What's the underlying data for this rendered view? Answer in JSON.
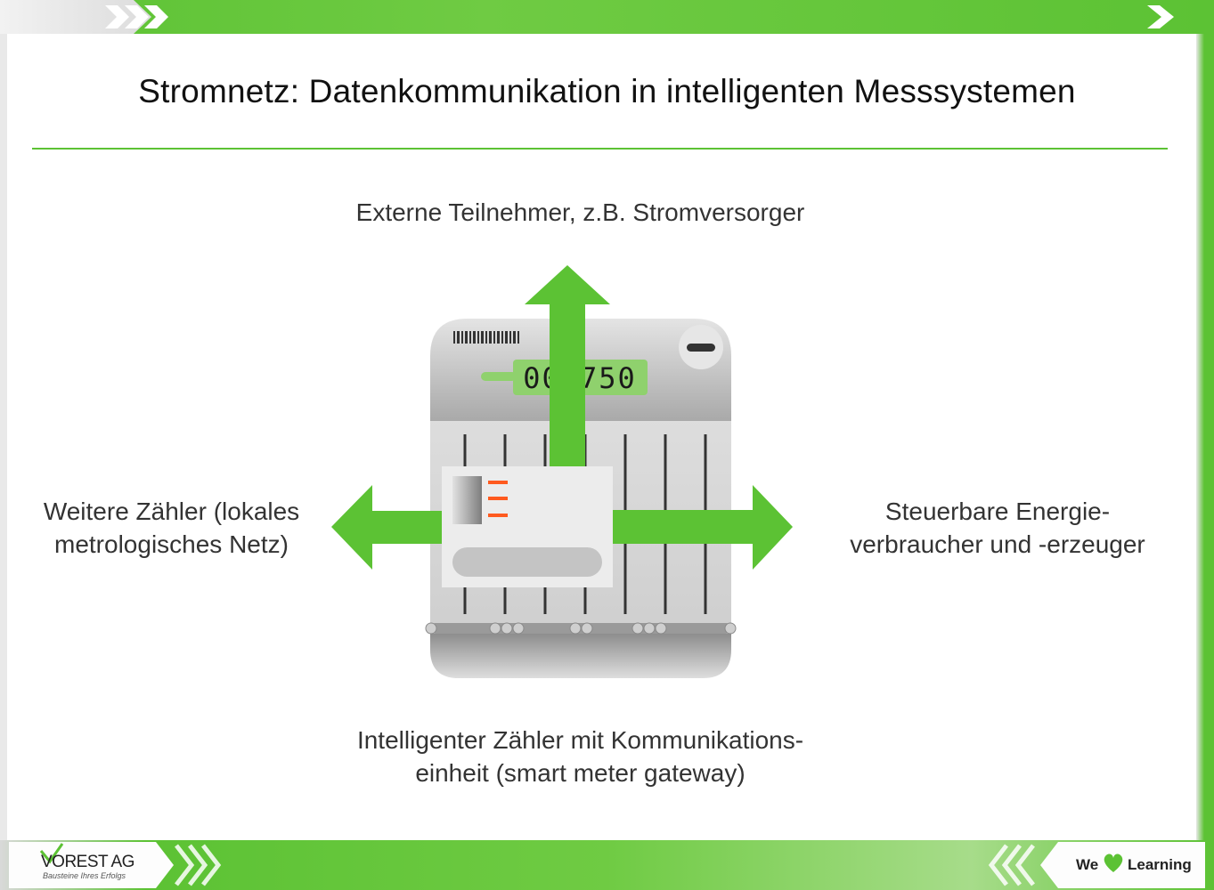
{
  "title": "Stromnetz: Datenkommunikation in intelligenten Messsystemen",
  "labels": {
    "top": "Externe Teilnehmer, z.B. Stromversorger",
    "left_line1": "Weitere Zähler (lokales",
    "left_line2": "metrologisches Netz)",
    "right_line1": "Steuerbare Energie-",
    "right_line2": "verbraucher und -erzeuger",
    "bottom_line1": "Intelligenter Zähler mit Kommunikations-",
    "bottom_line2": "einheit (smart meter gateway)"
  },
  "meter": {
    "display_value": "000750"
  },
  "footer": {
    "logo_name": "VOREST AG",
    "logo_tagline": "Bausteine Ihres Erfolgs",
    "slogan_we": "We",
    "slogan_learning": "Learning"
  },
  "colors": {
    "accent": "#5cc234",
    "meter_gray": "#c4c4c4",
    "display_green": "#8fd16d",
    "indicator_orange": "#ff5a1f"
  },
  "icons": [
    "heart-icon",
    "chevron-right-icon",
    "chevron-left-icon",
    "arrow-up-icon",
    "arrow-left-icon",
    "arrow-right-icon"
  ]
}
